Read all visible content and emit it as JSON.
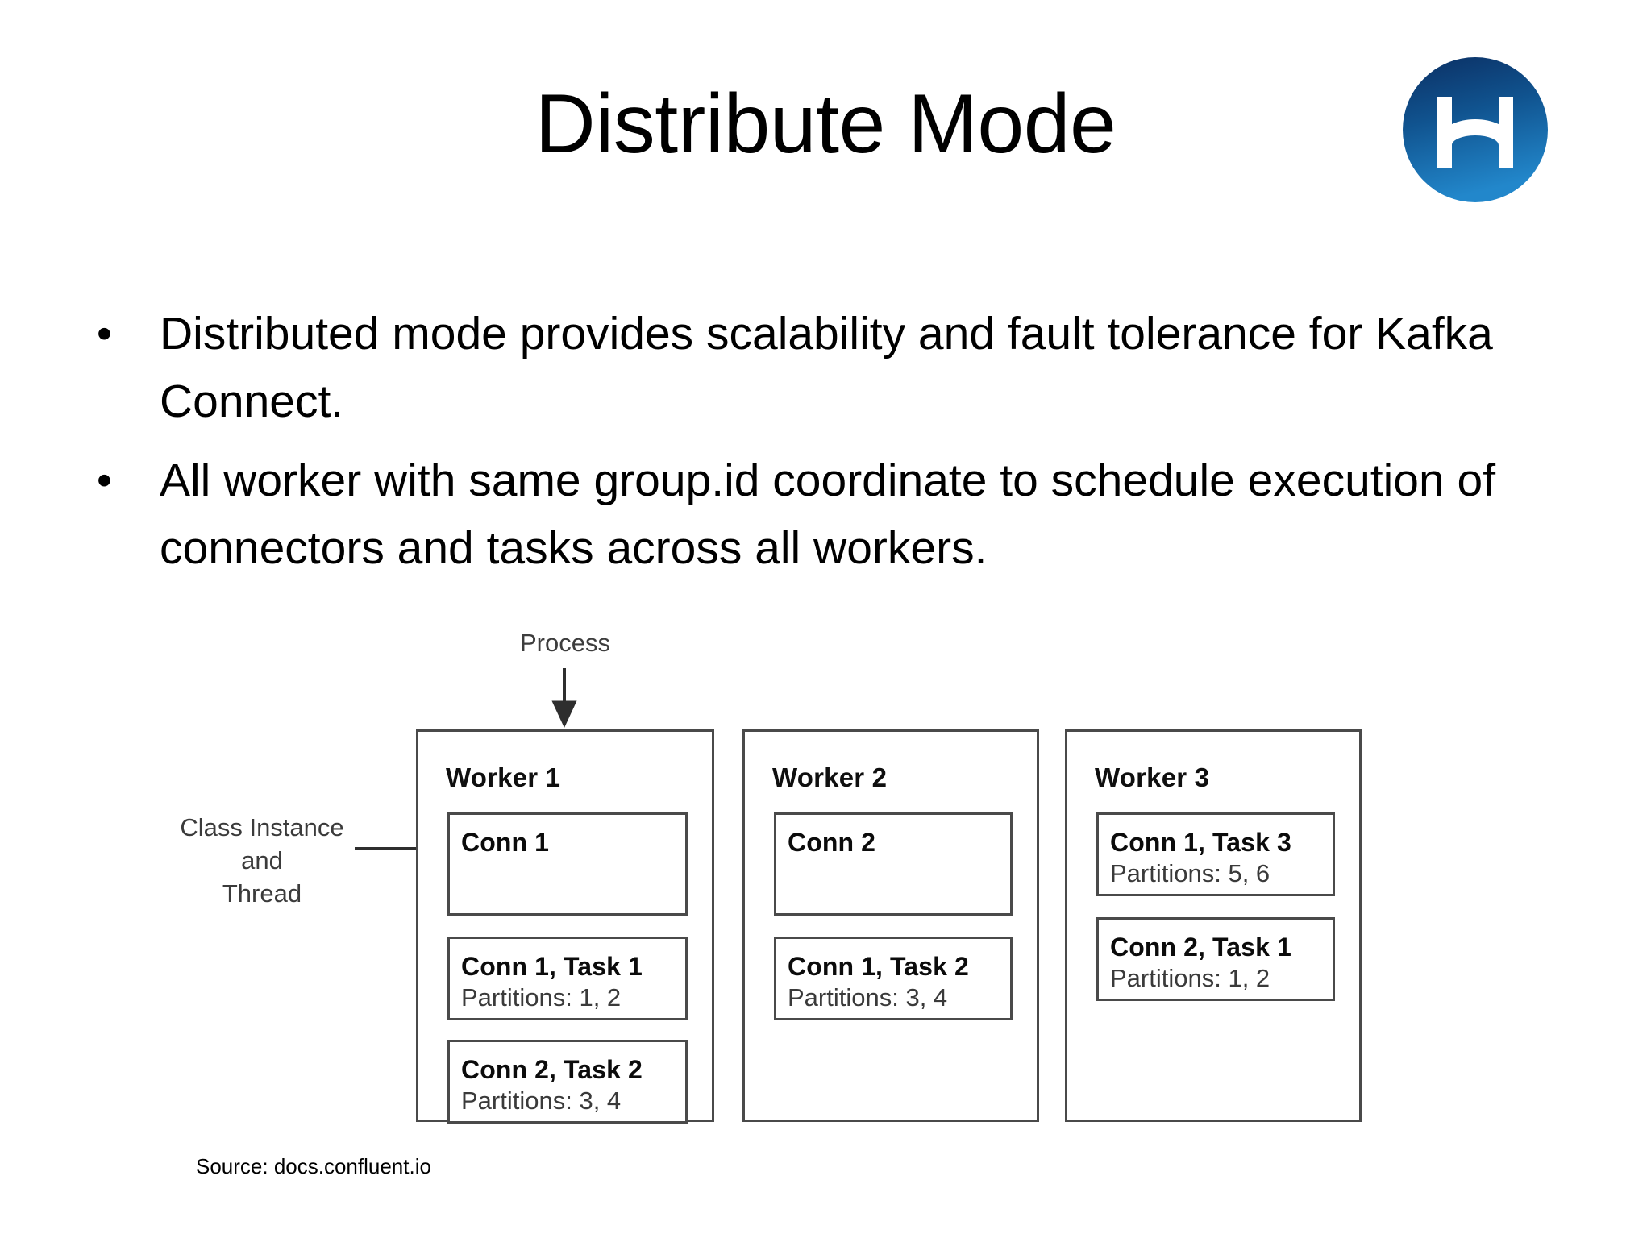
{
  "slide": {
    "title": "Distribute Mode",
    "logo": {
      "icon": "bookmark-w-logo-icon",
      "circle_color_top": "#0d3f78",
      "circle_color_bottom": "#1f7ec4",
      "glyph_color": "#ffffff"
    },
    "bullet_char": "•",
    "bullets": [
      "Distributed mode provides scalability and fault tolerance for Kafka Connect.",
      "All worker with same group.id coordinate to schedule execution of connectors and tasks across all workers."
    ],
    "source_caption": "Source: docs.confluent.io"
  },
  "diagram": {
    "process_label": "Process",
    "class_instance_label": "Class Instance and Thread",
    "class_instance_lines": [
      "Class Instance",
      "and",
      "Thread"
    ],
    "arrow_down_icon": "arrow-down-icon",
    "arrow_right_icon": "arrow-right-icon",
    "stroke_color": "#4a4a4a",
    "workers": [
      {
        "title": "Worker 1",
        "boxes": [
          {
            "title": "Conn 1",
            "sub": "",
            "tall": true
          },
          {
            "title": "Conn 1, Task 1",
            "sub": "Partitions: 1, 2",
            "tall": false
          },
          {
            "title": "Conn 2, Task 2",
            "sub": "Partitions: 3, 4",
            "tall": false
          }
        ]
      },
      {
        "title": "Worker 2",
        "boxes": [
          {
            "title": "Conn 2",
            "sub": "",
            "tall": true
          },
          {
            "title": "Conn 1, Task 2",
            "sub": "Partitions: 3, 4",
            "tall": false
          }
        ]
      },
      {
        "title": "Worker 3",
        "boxes": [
          {
            "title": "Conn 1, Task 3",
            "sub": "Partitions: 5, 6",
            "tall": false
          },
          {
            "title": "Conn 2, Task 1",
            "sub": "Partitions: 1, 2",
            "tall": false
          }
        ]
      }
    ]
  }
}
